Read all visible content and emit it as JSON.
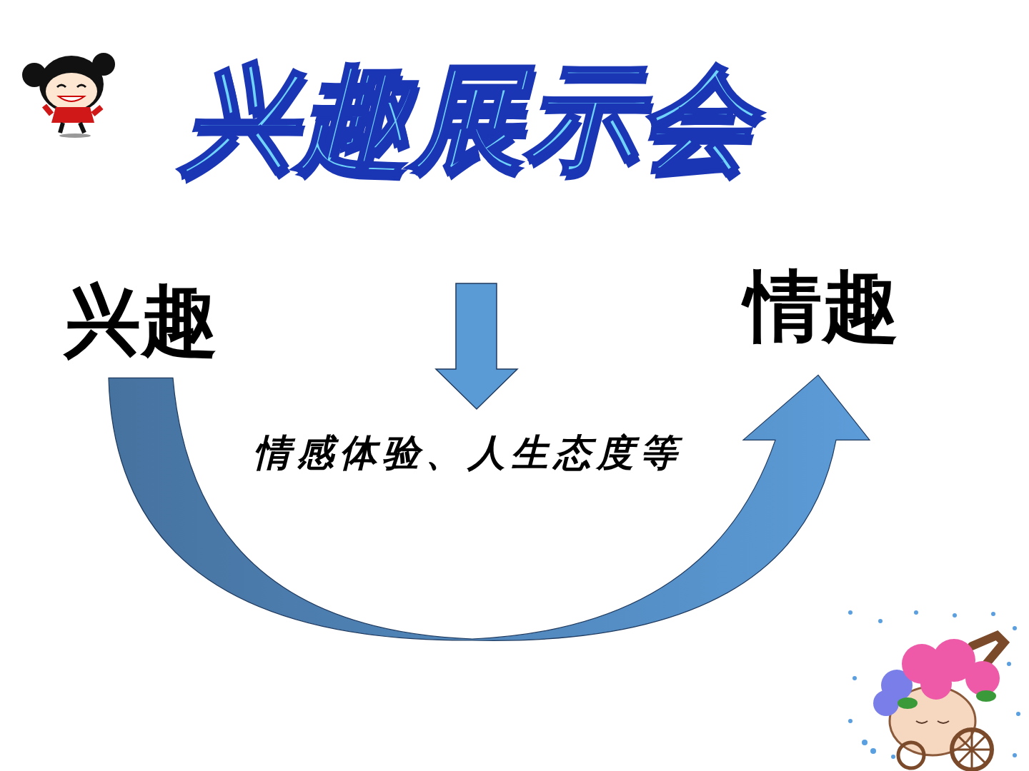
{
  "diagram": {
    "title": "兴趣展示会",
    "nodes": [
      {
        "text": [
          "兴趣"
        ]
      },
      {
        "text": [
          "情趣"
        ]
      }
    ],
    "edges": [
      {
        "from": 0,
        "to": 1,
        "arrow": "to",
        "label": "情感体验、人生态度等"
      }
    ]
  }
}
